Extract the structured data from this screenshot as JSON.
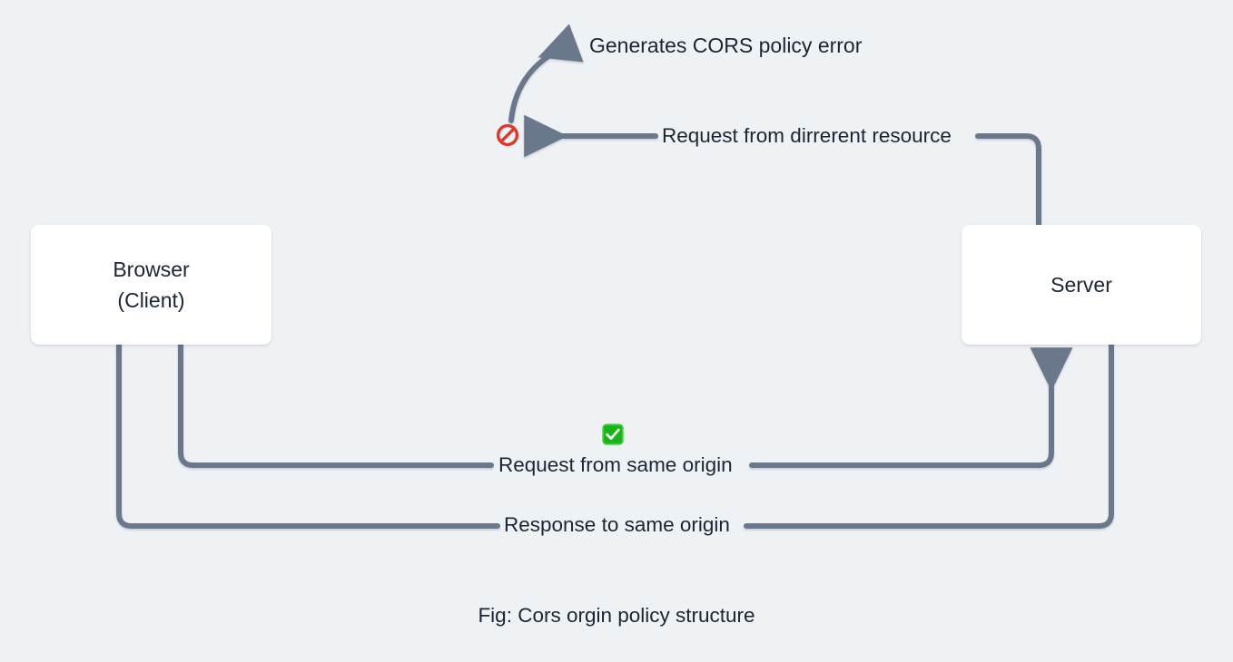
{
  "diagram": {
    "title_caption": "Fig: Cors orgin policy structure",
    "background_color": "#eff2f5",
    "line_color": "#69788a",
    "text_color": "#1b2533",
    "node_fill": "#ffffff",
    "nodes": [
      {
        "id": "browser",
        "label": "Browser\n(Client)"
      },
      {
        "id": "server",
        "label": "Server"
      }
    ],
    "edges": [
      {
        "id": "cors-error",
        "label": "Generates CORS policy error",
        "from": "blocked-point",
        "to": "error-text",
        "style": "curved-arrow"
      },
      {
        "id": "different-resource",
        "label": "Request from dirrerent resource",
        "from": "server",
        "to": "browser",
        "style": "orthogonal-arrow",
        "status": "blocked"
      },
      {
        "id": "same-origin-request",
        "label": "Request from same origin",
        "from": "browser",
        "to": "server",
        "style": "orthogonal-arrow",
        "status": "allowed"
      },
      {
        "id": "same-origin-response",
        "label": "Response to same origin",
        "from": "server",
        "to": "browser",
        "style": "orthogonal-line",
        "status": "allowed"
      }
    ],
    "icons": [
      {
        "id": "blocked",
        "name": "prohibition-icon",
        "glyph": "🚫",
        "color": "#e8342a"
      },
      {
        "id": "allowed",
        "name": "check-mark-icon",
        "glyph": "✅",
        "color": "#16b516"
      }
    ]
  }
}
